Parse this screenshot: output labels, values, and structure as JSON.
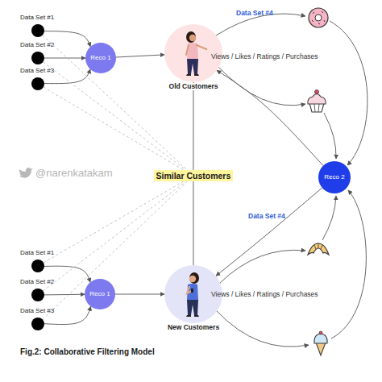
{
  "diagram": {
    "caption": "Fig.2: Collaborative Filtering Model",
    "nodes": [
      {
        "text": [
          "Data Set #1"
        ]
      },
      {
        "text": [
          "Data Set #2"
        ]
      },
      {
        "text": [
          "Data Set #3"
        ]
      },
      {
        "text": [
          "Reco 1"
        ]
      },
      {
        "text": [
          "Old Customers"
        ]
      },
      {
        "text": [
          "Similar Customers"
        ]
      },
      {
        "text": [
          "Reco 2"
        ]
      },
      {
        "text": [
          "Data Set #1"
        ]
      },
      {
        "text": [
          "Data Set #2"
        ]
      },
      {
        "text": [
          "Data Set #3"
        ]
      },
      {
        "text": [
          "Reco 1"
        ]
      },
      {
        "text": [
          "New Customers"
        ]
      }
    ],
    "edges": [
      {
        "from": 0,
        "to": 3,
        "arrow": "to"
      },
      {
        "from": 1,
        "to": 3,
        "arrow": "to"
      },
      {
        "from": 2,
        "to": 3,
        "arrow": "to"
      },
      {
        "from": 3,
        "to": 4,
        "arrow": "to"
      },
      {
        "from": 4,
        "to": 5,
        "arrow": "none"
      },
      {
        "from": 5,
        "to": 11,
        "arrow": "none"
      },
      {
        "from": 6,
        "to": 4,
        "arrow": "to"
      },
      {
        "from": 6,
        "to": 11,
        "arrow": "to"
      },
      {
        "from": 7,
        "to": 10,
        "arrow": "to"
      },
      {
        "from": 8,
        "to": 10,
        "arrow": "to"
      },
      {
        "from": 9,
        "to": 10,
        "arrow": "to"
      },
      {
        "from": 10,
        "to": 11,
        "arrow": "to"
      },
      {
        "from": 0,
        "to": 5,
        "arrow": "none"
      },
      {
        "from": 1,
        "to": 5,
        "arrow": "none"
      },
      {
        "from": 2,
        "to": 5,
        "arrow": "none"
      },
      {
        "from": 7,
        "to": 5,
        "arrow": "none"
      },
      {
        "from": 8,
        "to": 5,
        "arrow": "none"
      },
      {
        "from": 9,
        "to": 5,
        "arrow": "none"
      }
    ],
    "labels": [
      "Data Set #4",
      "Views / Likes / Ratings / Purchases",
      "@narenkatakam",
      "Data Set #4",
      "Views / Likes / Ratings / Purchases"
    ]
  }
}
